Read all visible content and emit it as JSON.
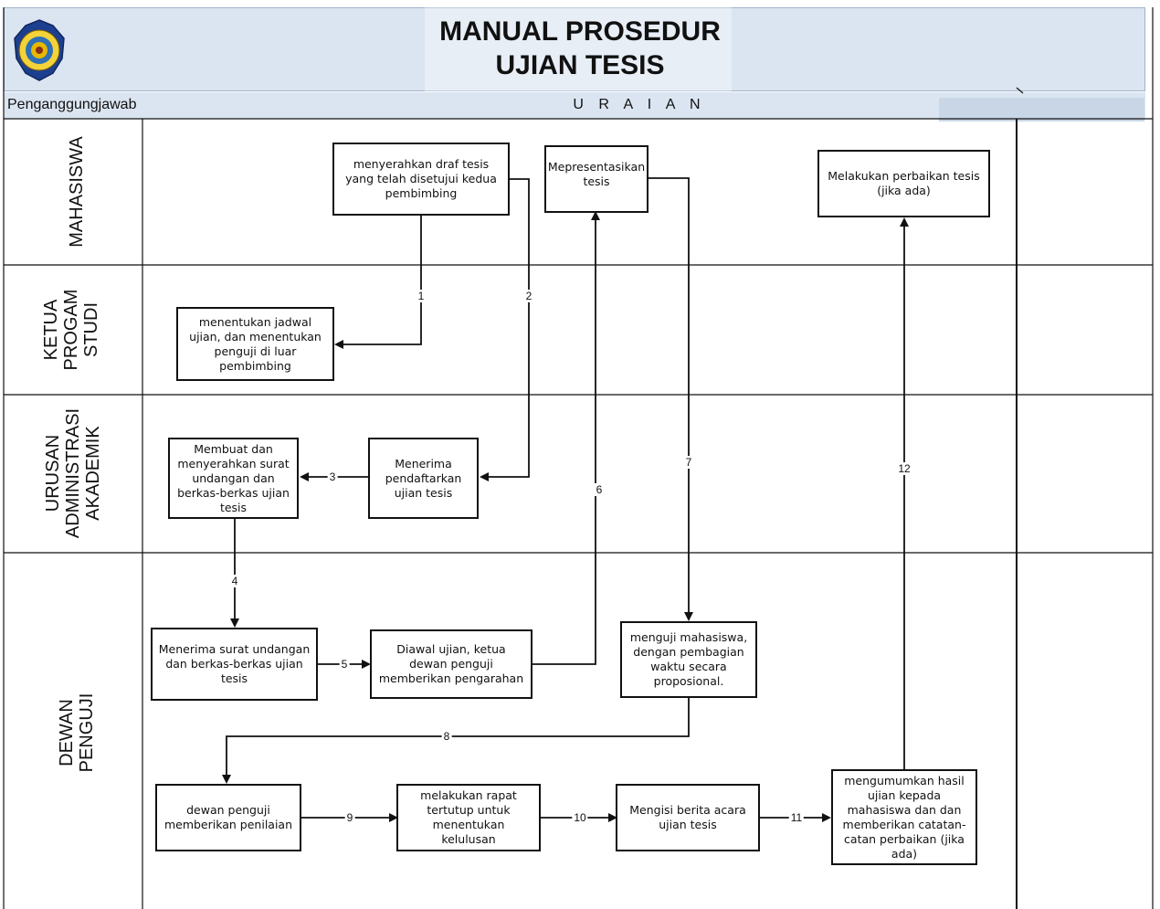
{
  "title": {
    "line1": "MANUAL PROSEDUR",
    "line2": "UJIAN TESIS"
  },
  "subheader": {
    "responsible": "Penganggungjawab",
    "description": "U R A I A N"
  },
  "lanes": [
    {
      "label": "MAHASISWA"
    },
    {
      "label": "KETUA\nPROGAM\nSTUDI"
    },
    {
      "label": "URUSAN\nADMINISTRASI\nAKADEMIK"
    },
    {
      "label": "DEWAN\nPENGUJI"
    }
  ],
  "boxes": {
    "draft": "menyerahkan draf tesis yang telah disetujui kedua pembimbing",
    "presentasi": "Mepresentasikan tesis",
    "perbaikan": "Melakukan perbaikan tesis (jika ada)",
    "jadwal": "menentukan jadwal ujian, dan menentukan penguji di luar pembimbing",
    "undangan": "Membuat dan menyerahkan surat undangan dan berkas-berkas ujian tesis",
    "pendaftaran": "Menerima pendaftarkan ujian tesis",
    "terima_undangan": "Menerima surat undangan dan berkas-berkas ujian tesis",
    "pengarahan": "Diawal ujian, ketua dewan penguji memberikan pengarahan",
    "menguji": "menguji mahasiswa, dengan pembagian waktu secara proposional.",
    "penilaian": "dewan penguji memberikan penilaian",
    "rapat": "melakukan rapat tertutup untuk menentukan kelulusan",
    "berita_acara": "Mengisi berita acara ujian tesis",
    "umumkan": "mengumumkan hasil ujian kepada mahasiswa dan dan memberikan catatan-catan perbaikan (jika ada)"
  },
  "step_numbers": [
    "1",
    "2",
    "3",
    "4",
    "5",
    "6",
    "7",
    "8",
    "9",
    "10",
    "11",
    "12"
  ],
  "colors": {
    "header_bg": "#dbe5f1",
    "line": "#111111"
  }
}
